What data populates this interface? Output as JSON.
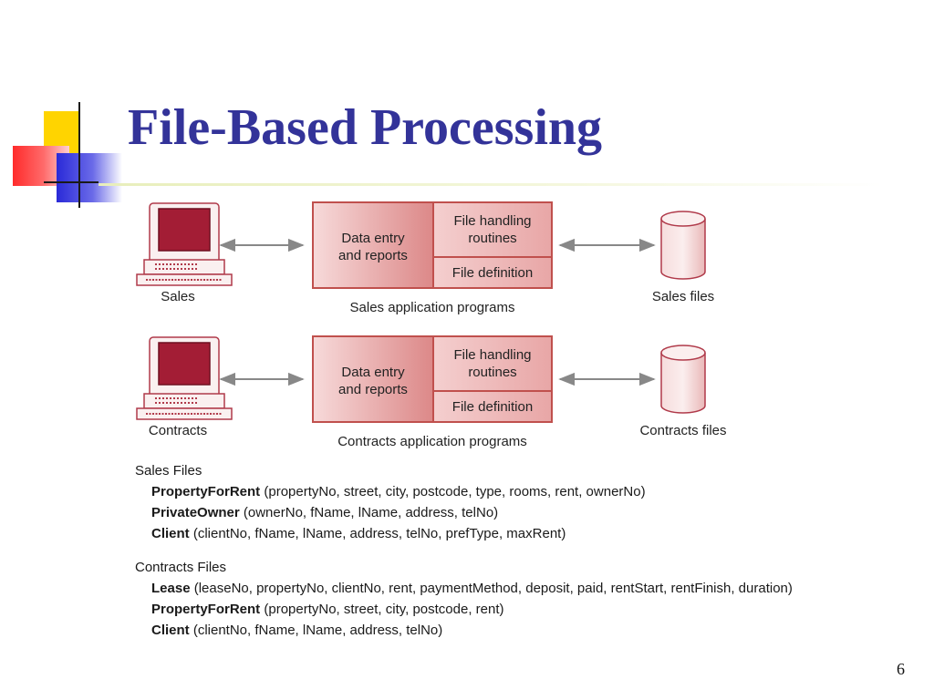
{
  "slide": {
    "title": "File-Based Processing",
    "page_number": "6",
    "accent_color": "#333399",
    "box_color": "#c0504d"
  },
  "diagram": {
    "rows": [
      {
        "department": "Sales",
        "program_label": "Sales application programs",
        "data_entry_line1": "Data entry",
        "data_entry_line2": "and reports",
        "file_handling_line1": "File handling",
        "file_handling_line2": "routines",
        "file_definition": "File definition",
        "files_label": "Sales files"
      },
      {
        "department": "Contracts",
        "program_label": "Contracts application programs",
        "data_entry_line1": "Data entry",
        "data_entry_line2": "and reports",
        "file_handling_line1": "File handling",
        "file_handling_line2": "routines",
        "file_definition": "File definition",
        "files_label": "Contracts files"
      }
    ]
  },
  "sales_files": {
    "heading": "Sales Files",
    "items": [
      {
        "name": "PropertyForRent",
        "fields": " (propertyNo, street, city, postcode, type, rooms, rent, ownerNo)"
      },
      {
        "name": "PrivateOwner",
        "fields": " (ownerNo, fName, lName, address, telNo)"
      },
      {
        "name": "Client",
        "fields": " (clientNo, fName, lName, address, telNo, prefType, maxRent)"
      }
    ]
  },
  "contracts_files": {
    "heading": "Contracts Files",
    "items": [
      {
        "name": "Lease",
        "fields": " (leaseNo, propertyNo, clientNo, rent, paymentMethod, deposit, paid, rentStart, rentFinish, duration)"
      },
      {
        "name": "PropertyForRent",
        "fields": " (propertyNo, street, city, postcode, rent)"
      },
      {
        "name": "Client",
        "fields": " (clientNo, fName, lName, address, telNo)"
      }
    ]
  }
}
